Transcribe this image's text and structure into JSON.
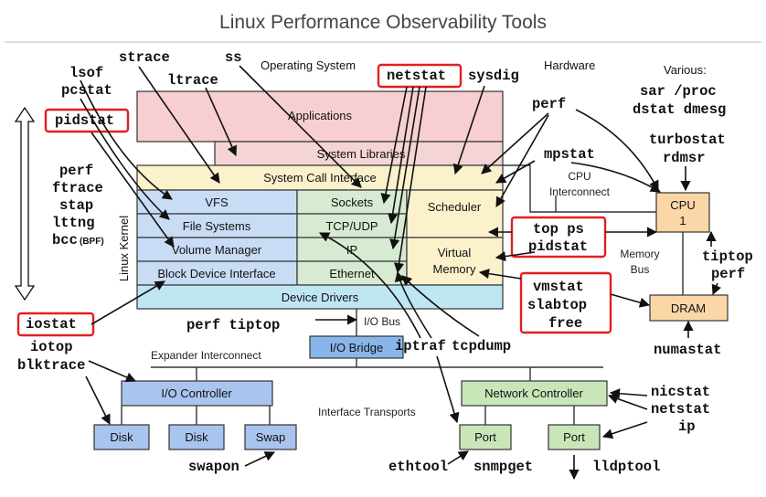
{
  "title": "Linux Performance Observability Tools",
  "regions": {
    "os": "Operating System",
    "hardware": "Hardware",
    "various": "Various:",
    "kernel": "Linux Kernel"
  },
  "layers": {
    "applications": "Applications",
    "system_libraries": "System Libraries",
    "system_call_interface": "System Call Interface",
    "vfs": "VFS",
    "file_systems": "File Systems",
    "volume_manager": "Volume Manager",
    "block_device_interface": "Block Device Interface",
    "sockets": "Sockets",
    "tcp_udp": "TCP/UDP",
    "ip": "IP",
    "ethernet": "Ethernet",
    "scheduler": "Scheduler",
    "virtual_memory_1": "Virtual",
    "virtual_memory_2": "Memory",
    "device_drivers": "Device Drivers"
  },
  "hardware": {
    "cpu_interconnect_1": "CPU",
    "cpu_interconnect_2": "Interconnect",
    "cpu_1": "CPU",
    "cpu_2": "1",
    "memory_bus_1": "Memory",
    "memory_bus_2": "Bus",
    "dram": "DRAM",
    "io_bus": "I/O Bus",
    "io_bridge": "I/O Bridge",
    "expander_interconnect": "Expander Interconnect",
    "io_controller": "I/O Controller",
    "disk_1": "Disk",
    "disk_2": "Disk",
    "swap": "Swap",
    "interface_transports": "Interface Transports",
    "network_controller": "Network Controller",
    "port_1": "Port",
    "port_2": "Port"
  },
  "tools": {
    "strace": "strace",
    "ss": "ss",
    "ltrace": "ltrace",
    "lsof": "lsof",
    "pcstat": "pcstat",
    "pidstat": "pidstat",
    "netstat": "netstat",
    "sysdig": "sysdig",
    "sar_proc": "sar /proc",
    "dstat_dmesg": "dstat dmesg",
    "perf_top": "perf",
    "mpstat": "mpstat",
    "turbostat": "turbostat",
    "rdmsr": "rdmsr",
    "perf_left": "perf",
    "ftrace": "ftrace",
    "stap": "stap",
    "lttng": "lttng",
    "bcc": "bcc",
    "bcc_suffix": "(BPF)",
    "top_ps": "top ps",
    "pidstat_mid": "pidstat",
    "vmstat": "vmstat",
    "slabtop": "slabtop",
    "free": "free",
    "tiptop": "tiptop",
    "perf_right": "perf",
    "numastat": "numastat",
    "perf_tiptop": "perf tiptop",
    "iostat": "iostat",
    "iotop": "iotop",
    "blktrace": "blktrace",
    "iptraf": "iptraf",
    "tcpdump": "tcpdump",
    "nicstat": "nicstat",
    "netstat_right": "netstat",
    "ip": "ip",
    "swapon": "swapon",
    "ethtool": "ethtool",
    "snmpget": "snmpget",
    "lldptool": "lldptool"
  },
  "colors": {
    "applications": "#f7cfd2",
    "system_libraries": "#f4d4d4",
    "syscall": "#fbf2cc",
    "storage": "#c9dcf5",
    "network": "#d7ebd2",
    "scheduler_memory": "#fbf2cc",
    "device_drivers": "#bfe6f3",
    "cpu": "#fbd7a8",
    "dram": "#fbd7a8",
    "io_bridge": "#88b6ea",
    "io_controller": "#a9c4ef",
    "disk": "#a9c4ef",
    "network_hw": "#c9e6b9",
    "highlight": "#e02020"
  }
}
